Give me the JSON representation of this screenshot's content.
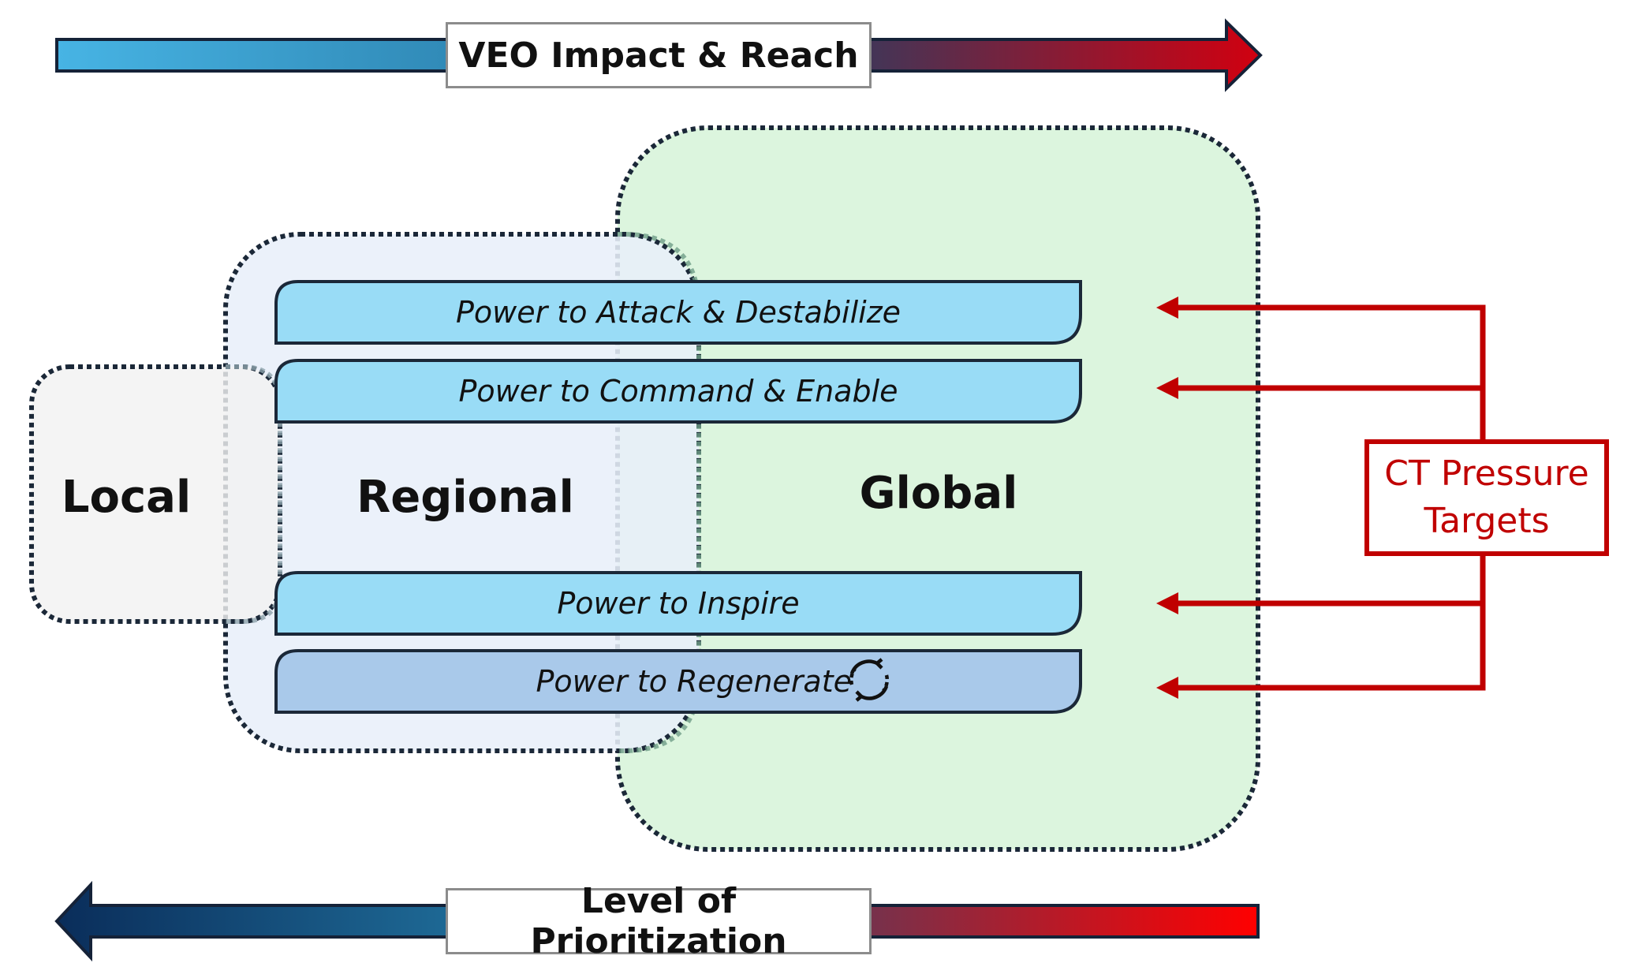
{
  "top_arrow": {
    "label": "VEO Impact & Reach",
    "direction": "right"
  },
  "bottom_arrow": {
    "label": "Level of Prioritization",
    "direction": "left"
  },
  "zones": {
    "local": "Local",
    "regional": "Regional",
    "global": "Global"
  },
  "bands": [
    {
      "label": "Power to Attack & Destabilize"
    },
    {
      "label": "Power to Command & Enable"
    },
    {
      "label": "Power to Inspire"
    },
    {
      "label": "Power to Regenerate",
      "icon": "refresh-cycle-icon"
    }
  ],
  "ct_pressure": {
    "label_line1": "CT Pressure",
    "label_line2": "Targets",
    "color": "#c00000"
  },
  "colors": {
    "band_fill": "#99dcf6",
    "band_fill_regenerate": "#a9c9ea",
    "local_fill": "#f2f2f2",
    "regional_fill": "#e8eff9",
    "global_fill": "#dcf5de",
    "gradient_blue_light": "#47b4e4",
    "gradient_navy": "#0a2d5a",
    "gradient_red": "#e00000"
  }
}
